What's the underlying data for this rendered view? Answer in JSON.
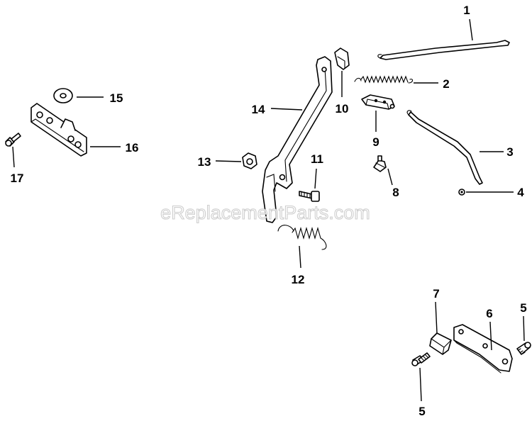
{
  "watermark": "eReplacementParts.com",
  "callouts": [
    {
      "id": "p1",
      "label": "1"
    },
    {
      "id": "p2",
      "label": "2"
    },
    {
      "id": "p3",
      "label": "3"
    },
    {
      "id": "p4",
      "label": "4"
    },
    {
      "id": "p5a",
      "label": "5"
    },
    {
      "id": "p5b",
      "label": "5"
    },
    {
      "id": "p6",
      "label": "6"
    },
    {
      "id": "p7",
      "label": "7"
    },
    {
      "id": "p8",
      "label": "8"
    },
    {
      "id": "p9",
      "label": "9"
    },
    {
      "id": "p10",
      "label": "10"
    },
    {
      "id": "p11",
      "label": "11"
    },
    {
      "id": "p12",
      "label": "12"
    },
    {
      "id": "p13",
      "label": "13"
    },
    {
      "id": "p14",
      "label": "14"
    },
    {
      "id": "p15",
      "label": "15"
    },
    {
      "id": "p16",
      "label": "16"
    },
    {
      "id": "p17",
      "label": "17"
    }
  ]
}
